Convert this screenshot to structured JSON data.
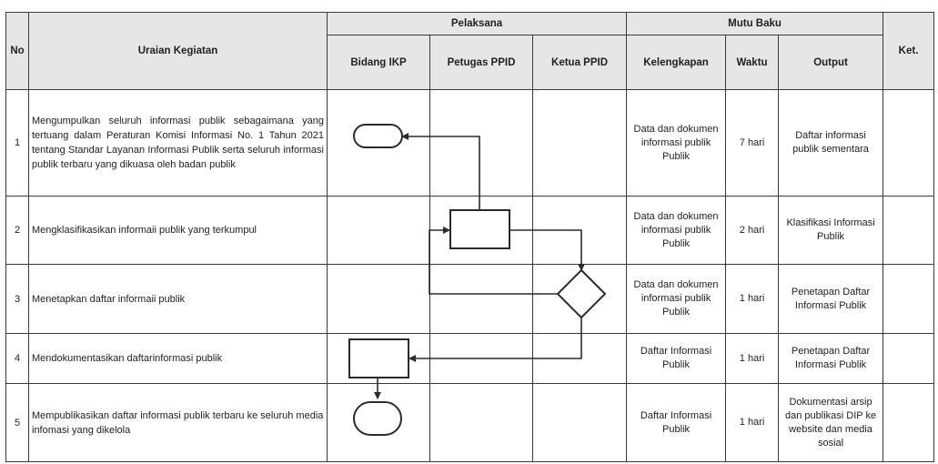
{
  "headers": {
    "no": "No",
    "uraian": "Uraian Kegiatan",
    "pelaksana": "Pelaksana",
    "mutu_baku": "Mutu Baku",
    "ket": "Ket.",
    "bidang_ikp": "Bidang IKP",
    "petugas_ppid": "Petugas PPID",
    "ketua_ppid": "Ketua PPID",
    "kelengkapan": "Kelengkapan",
    "waktu": "Waktu",
    "output": "Output"
  },
  "rows": [
    {
      "no": "1",
      "uraian": "Mengumpulkan seluruh informasi publik sebagaimana yang tertuang dalam Peraturan Komisi Informasi No. 1 Tahun 2021 tentang Standar Layanan Informasi Publik serta seluruh informasi publik terbaru yang dikuasa oleh badan publik",
      "kelengkapan": "Data dan dokumen informasi publik Publik",
      "waktu": "7 hari",
      "output": "Daftar informasi publik sementara",
      "ket": ""
    },
    {
      "no": "2",
      "uraian": "Mengklasifikasikan informaii publik yang terkumpul",
      "kelengkapan": "Data dan dokumen informasi publik Publik",
      "waktu": "2 hari",
      "output": "Klasifikasi Informasi Publik",
      "ket": ""
    },
    {
      "no": "3",
      "uraian": "Menetapkan daftar informaii publik",
      "kelengkapan": "Data dan dokumen informasi publik Publik",
      "waktu": "1 hari",
      "output": "Penetapan Daftar Informasi Publik",
      "ket": ""
    },
    {
      "no": "4",
      "uraian": "Mendokumentasikan daftarinformasi publik",
      "kelengkapan": "Daftar Informasi Publik",
      "waktu": "1 hari",
      "output": "Penetapan Daftar Informasi Publik",
      "ket": ""
    },
    {
      "no": "5",
      "uraian": "Mempublikasikan daftar informasi publik terbaru ke seluruh media infomasi yang dikelola",
      "kelengkapan": "Daftar Informasi Publik",
      "waktu": "1 hari",
      "output": "Dokumentasi arsip dan publikasi DIP ke website dan media sosial",
      "ket": ""
    }
  ]
}
